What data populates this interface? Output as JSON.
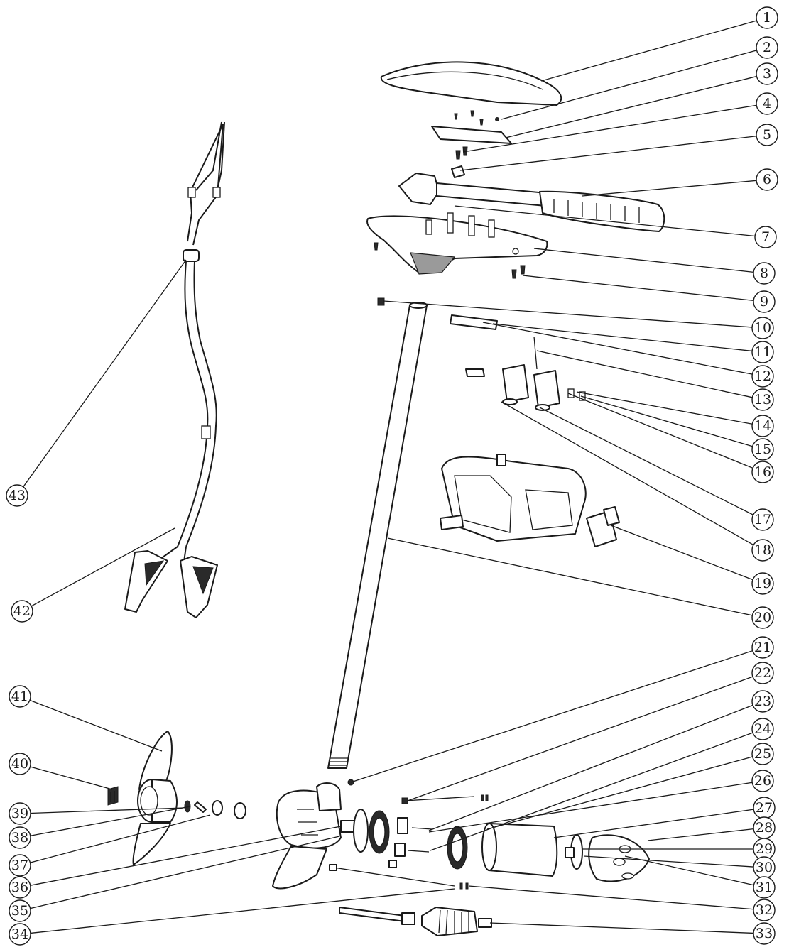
{
  "diagram": {
    "colors": {
      "line": "#1a1a1a",
      "background": "#ffffff",
      "fill_dark": "#2a2a2a",
      "fill_mid": "#9a9a9a"
    },
    "callouts": [
      {
        "label": "1"
      },
      {
        "label": "2"
      },
      {
        "label": "3"
      },
      {
        "label": "4"
      },
      {
        "label": "5"
      },
      {
        "label": "6"
      },
      {
        "label": "7"
      },
      {
        "label": "8"
      },
      {
        "label": "9"
      },
      {
        "label": "10"
      },
      {
        "label": "11"
      },
      {
        "label": "12"
      },
      {
        "label": "13"
      },
      {
        "label": "14"
      },
      {
        "label": "15"
      },
      {
        "label": "16"
      },
      {
        "label": "17"
      },
      {
        "label": "18"
      },
      {
        "label": "19"
      },
      {
        "label": "20"
      },
      {
        "label": "21"
      },
      {
        "label": "22"
      },
      {
        "label": "23"
      },
      {
        "label": "24"
      },
      {
        "label": "25"
      },
      {
        "label": "26"
      },
      {
        "label": "27"
      },
      {
        "label": "28"
      },
      {
        "label": "29"
      },
      {
        "label": "30"
      },
      {
        "label": "31"
      },
      {
        "label": "32"
      },
      {
        "label": "33"
      },
      {
        "label": "34"
      },
      {
        "label": "35"
      },
      {
        "label": "36"
      },
      {
        "label": "37"
      },
      {
        "label": "38"
      },
      {
        "label": "39"
      },
      {
        "label": "40"
      },
      {
        "label": "41"
      },
      {
        "label": "42"
      },
      {
        "label": "43"
      }
    ]
  }
}
